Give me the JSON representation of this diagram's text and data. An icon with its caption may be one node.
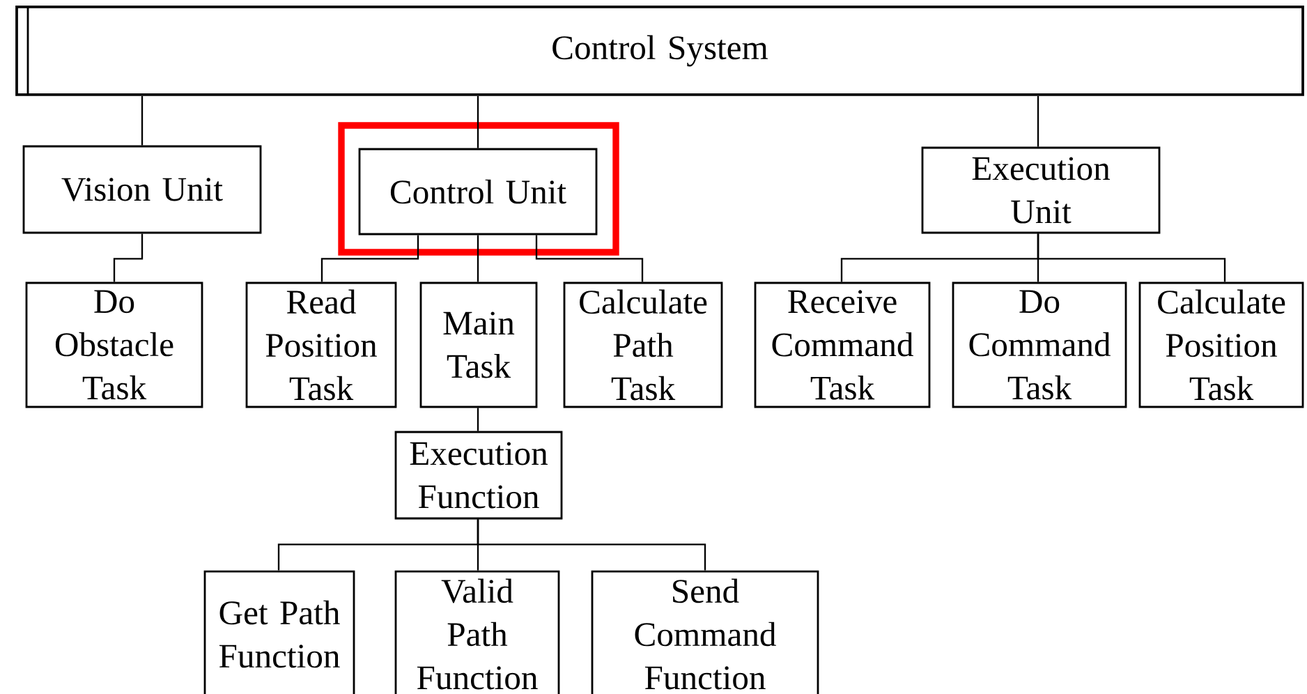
{
  "diagram": {
    "nodes": [
      {
        "text": [
          "Control System"
        ]
      },
      {
        "text": [
          "Vision Unit"
        ]
      },
      {
        "text": [],
        "shape": "box"
      },
      {
        "text": [
          "Control Unit"
        ],
        "in": 2
      },
      {
        "text": [
          "Execution Unit"
        ]
      },
      {
        "text": [
          "Do Obstacle Task"
        ]
      },
      {
        "text": [
          "Read Position Task"
        ]
      },
      {
        "text": [
          "Main Task"
        ]
      },
      {
        "text": [
          "Calculate Path Task"
        ]
      },
      {
        "text": [
          "Receive Command Task"
        ]
      },
      {
        "text": [
          "Do Command Task"
        ]
      },
      {
        "text": [
          "Calculate Position Task"
        ]
      },
      {
        "text": [
          "Execution Function"
        ]
      },
      {
        "text": [
          "Get Path Function"
        ]
      },
      {
        "text": [
          "Valid Path Function"
        ]
      },
      {
        "text": [
          "Send Command Function"
        ]
      }
    ],
    "edges": [
      {
        "from": 0,
        "to": 1,
        "arrow": "none"
      },
      {
        "from": 0,
        "to": 3,
        "arrow": "none"
      },
      {
        "from": 0,
        "to": 4,
        "arrow": "none"
      },
      {
        "from": 1,
        "to": 5,
        "arrow": "none"
      },
      {
        "from": 3,
        "to": 6,
        "arrow": "none"
      },
      {
        "from": 3,
        "to": 7,
        "arrow": "none"
      },
      {
        "from": 3,
        "to": 8,
        "arrow": "none"
      },
      {
        "from": 4,
        "to": 9,
        "arrow": "none"
      },
      {
        "from": 4,
        "to": 10,
        "arrow": "none"
      },
      {
        "from": 4,
        "to": 11,
        "arrow": "none"
      },
      {
        "from": 7,
        "to": 12,
        "arrow": "none"
      },
      {
        "from": 12,
        "to": 13,
        "arrow": "none"
      },
      {
        "from": 12,
        "to": 14,
        "arrow": "none"
      },
      {
        "from": 12,
        "to": 15,
        "arrow": "none"
      }
    ]
  }
}
